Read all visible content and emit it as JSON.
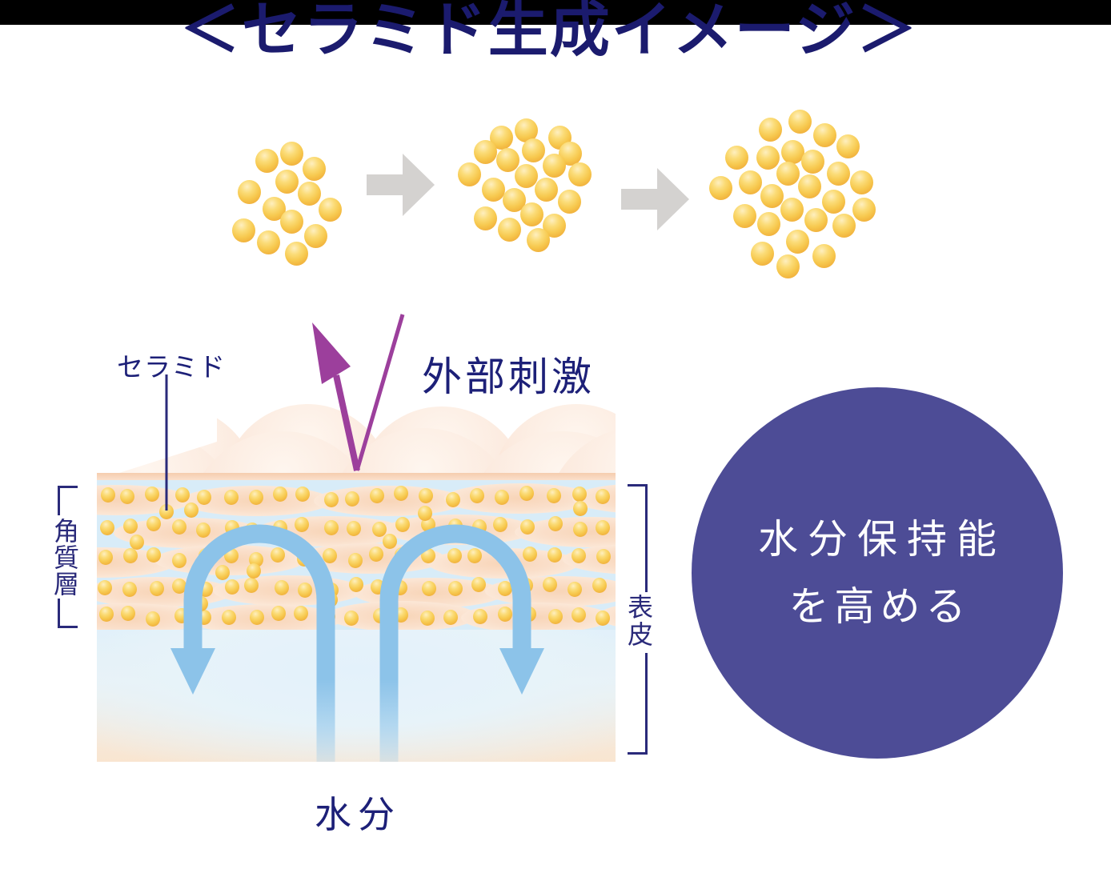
{
  "page": {
    "background": "#ffffff",
    "top_band_color": "#000000"
  },
  "title": {
    "text": "＜セラミド生成イメージ＞",
    "color": "#1b1b6e"
  },
  "process_row": {
    "meaning": "ceramide amount increasing step by step",
    "arrow_color": "#d4d2d0",
    "dot_color_main": "#f6c449",
    "clusters": [
      {
        "name": "ceramide-cluster-small",
        "dot_count": 13,
        "dots": [
          [
            334,
            201
          ],
          [
            365,
            192
          ],
          [
            393,
            211
          ],
          [
            359,
            227
          ],
          [
            312,
            240
          ],
          [
            387,
            242
          ],
          [
            343,
            261
          ],
          [
            413,
            262
          ],
          [
            365,
            277
          ],
          [
            305,
            288
          ],
          [
            395,
            295
          ],
          [
            336,
            303
          ],
          [
            371,
            317
          ]
        ]
      },
      {
        "name": "ceramide-cluster-medium",
        "dot_count": 20,
        "dots": [
          [
            658,
            163
          ],
          [
            627,
            172
          ],
          [
            700,
            172
          ],
          [
            607,
            190
          ],
          [
            635,
            200
          ],
          [
            667,
            188
          ],
          [
            713,
            192
          ],
          [
            587,
            218
          ],
          [
            658,
            220
          ],
          [
            693,
            207
          ],
          [
            725,
            218
          ],
          [
            617,
            237
          ],
          [
            683,
            237
          ],
          [
            643,
            250
          ],
          [
            712,
            252
          ],
          [
            665,
            268
          ],
          [
            607,
            273
          ],
          [
            693,
            282
          ],
          [
            637,
            287
          ],
          [
            673,
            300
          ]
        ]
      },
      {
        "name": "ceramide-cluster-large",
        "dot_count": 26,
        "dots": [
          [
            963,
            162
          ],
          [
            1000,
            152
          ],
          [
            1031,
            169
          ],
          [
            1060,
            183
          ],
          [
            921,
            197
          ],
          [
            960,
            197
          ],
          [
            991,
            190
          ],
          [
            1016,
            202
          ],
          [
            1048,
            217
          ],
          [
            1077,
            228
          ],
          [
            901,
            235
          ],
          [
            938,
            228
          ],
          [
            985,
            217
          ],
          [
            1012,
            233
          ],
          [
            965,
            245
          ],
          [
            1042,
            252
          ],
          [
            1080,
            262
          ],
          [
            931,
            270
          ],
          [
            990,
            262
          ],
          [
            961,
            280
          ],
          [
            1020,
            275
          ],
          [
            1055,
            282
          ],
          [
            997,
            302
          ],
          [
            953,
            317
          ],
          [
            1030,
            320
          ],
          [
            985,
            333
          ]
        ]
      }
    ]
  },
  "skin_figure": {
    "labels": {
      "ceramide": "セラミド",
      "external_stimulus": "外部刺激",
      "stratum_corneum": "角質層",
      "epidermis": "表皮",
      "moisture": "水分"
    },
    "colors": {
      "label_navy": "#1d2078",
      "stratum_corneum_bg": "#d8ecf8",
      "corneocyte_peach": "#f8d5b8",
      "skin_surface_peach": "#fbe6d7",
      "water_arrow_blue": "#8cc3e9",
      "stimulus_arrow_purple": "#9c3f9c"
    }
  },
  "benefit_circle": {
    "line1": "水分保持能",
    "line2": "を高める",
    "bg_color": "#4d4c96",
    "text_color": "#ffffff"
  }
}
